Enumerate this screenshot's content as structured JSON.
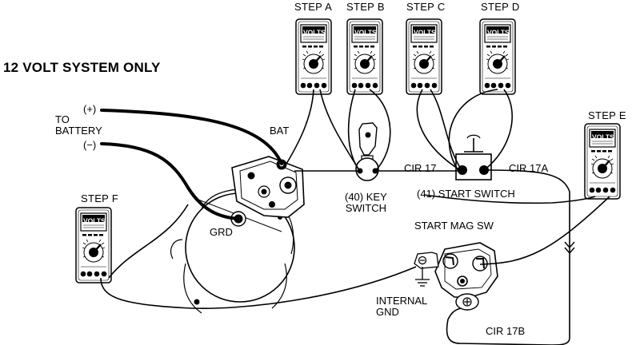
{
  "title": "12 VOLT SYSTEM ONLY",
  "meters": [
    {
      "id": "a",
      "label": "STEP A",
      "display": "VOLTS"
    },
    {
      "id": "b",
      "label": "STEP B",
      "display": "VOLTS"
    },
    {
      "id": "c",
      "label": "STEP C",
      "display": "VOLTS"
    },
    {
      "id": "d",
      "label": "STEP D",
      "display": "VOLTS"
    },
    {
      "id": "e",
      "label": "STEP E",
      "display": "VOLTS"
    },
    {
      "id": "f",
      "label": "STEP F",
      "display": "VOLTS"
    }
  ],
  "labels": {
    "positive": "(+)",
    "negative": "(−)",
    "to_battery": "TO\nBATTERY",
    "bat": "BAT",
    "grd": "GRD",
    "key_switch": "(40) KEY\nSWITCH",
    "cir17": "CIR 17",
    "cir17a": "CIR 17A",
    "start_switch": "(41) START SWITCH",
    "start_mag_sw": "START MAG SW",
    "internal_gnd": "INTERNAL\nGND",
    "cir17b": "CIR 17B"
  },
  "colors": {
    "ink": "#000000",
    "paper": "#ffffff"
  }
}
